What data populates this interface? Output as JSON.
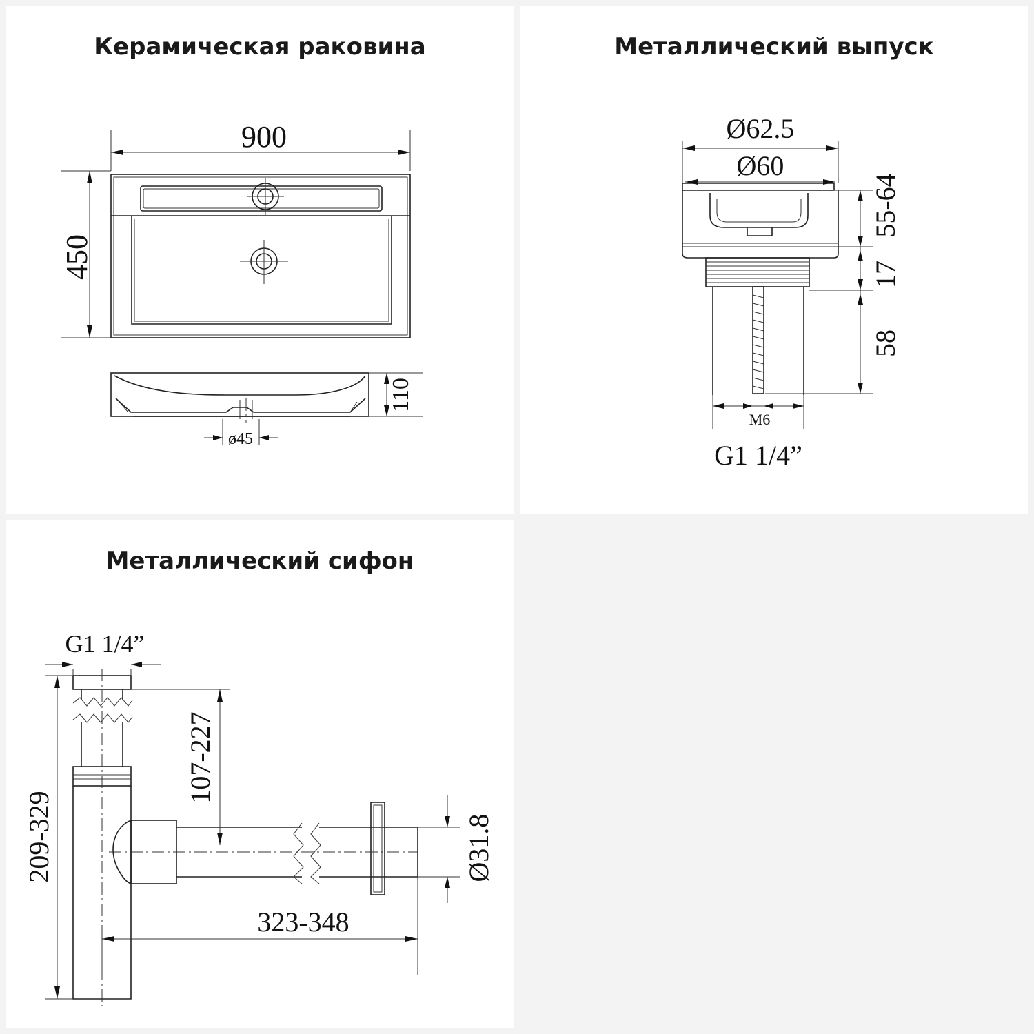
{
  "sink": {
    "title": "Керамическая раковина",
    "width": "900",
    "depth": "450",
    "height": "110",
    "drain": "ø45"
  },
  "outlet": {
    "title": "Металлический выпуск",
    "outer_diameter": "Ø62.5",
    "inner_diameter": "Ø60",
    "range_top": "55-64",
    "thread_height": "17",
    "body_height": "58",
    "screw": "M6",
    "thread": "G1 1/4”"
  },
  "siphon": {
    "title": "Металлический сифон",
    "thread": "G1 1/4”",
    "total_height": "209-329",
    "inlet_height": "107-227",
    "length": "323-348",
    "pipe_diameter": "Ø31.8"
  }
}
